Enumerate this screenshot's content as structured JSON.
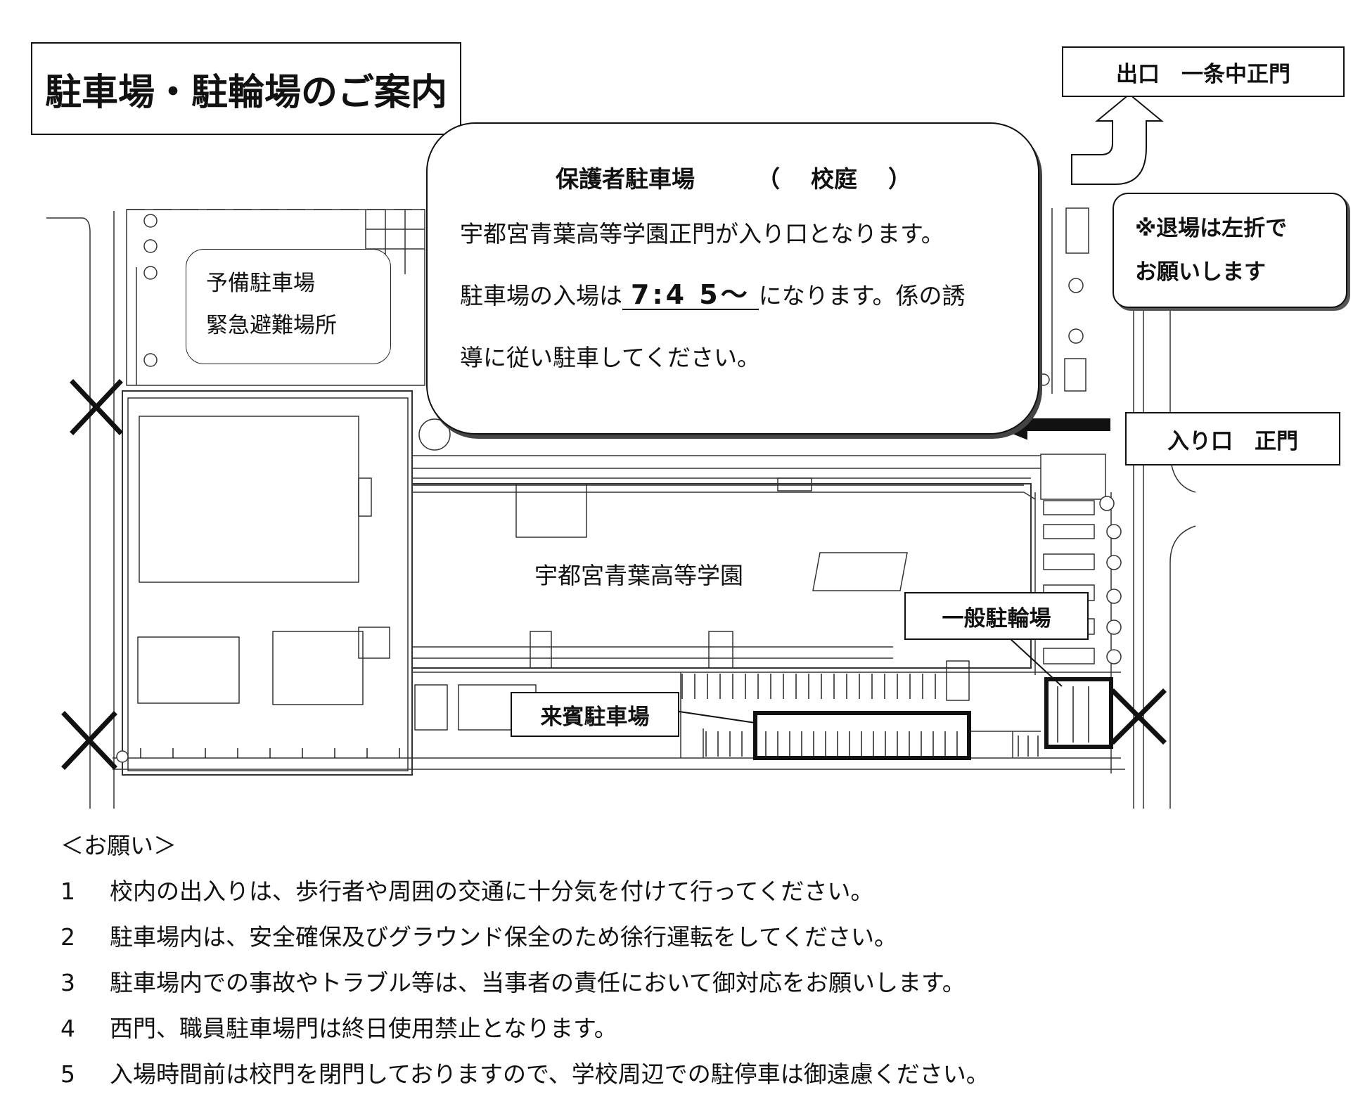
{
  "map": {
    "title": "駐車場・駐輪場のご案内",
    "exit_label": "出口　一条中正門",
    "entry_label": "入り口　正門",
    "exit_note": {
      "line1": "※退場は左折で",
      "line2": "お願いします"
    },
    "reserve": {
      "line1": "予備駐車場",
      "line2": "緊急避難場所"
    },
    "parent_parking": {
      "title_main": "保護者駐車場",
      "title_paren_open": "（",
      "title_place": "校庭",
      "title_paren_close": "）",
      "line1": "宇都宮青葉高等学園正門が入り口となります。",
      "line2_pre": "駐車場の入場は",
      "line2_time": "7:4 5～",
      "line2_post": "になります。係の誘",
      "line3": "導に従い駐車してください。"
    },
    "school_name": "宇都宮青葉高等学園",
    "bike_parking": "一般駐輪場",
    "guest_parking": "来賓駐車場",
    "closed_gate_icon": "x-mark-icon"
  },
  "notes": {
    "header": "＜お願い＞",
    "items": [
      {
        "num": "1",
        "text": "校内の出入りは、歩行者や周囲の交通に十分気を付けて行ってください。"
      },
      {
        "num": "2",
        "text": "駐車場内は、安全確保及びグラウンド保全のため徐行運転をしてください。"
      },
      {
        "num": "3",
        "text": "駐車場内での事故やトラブル等は、当事者の責任において御対応をお願いします。"
      },
      {
        "num": "4",
        "text": "西門、職員駐車場門は終日使用禁止となります。"
      },
      {
        "num": "5",
        "text": "入場時間前は校門を閉門しておりますので、学校周辺での駐停車は御遠慮ください。"
      }
    ]
  }
}
